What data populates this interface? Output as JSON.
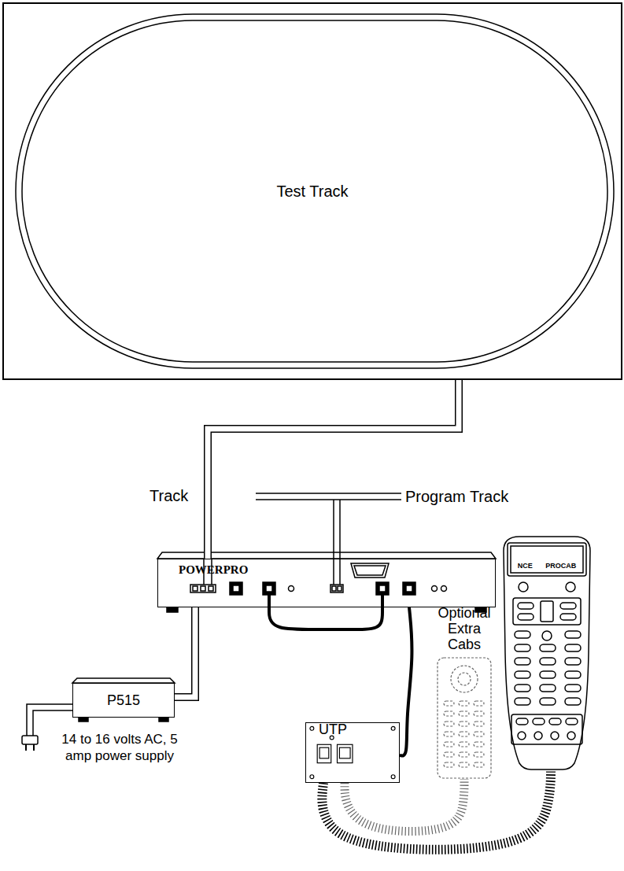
{
  "diagram": {
    "nodes": [
      {
        "text": [
          "Test Track"
        ]
      },
      {
        "text": [
          "POWERPRO"
        ]
      },
      {
        "text": [
          "P515"
        ]
      },
      {
        "text": [
          "UTP"
        ]
      },
      {
        "text": [
          "Optional Extra Cabs"
        ]
      },
      {
        "text": [
          "NCE PROCAB"
        ]
      }
    ],
    "edges": [
      {
        "from": 0,
        "to": 1,
        "arrow": "none"
      },
      {
        "from": 2,
        "to": 1,
        "arrow": "none"
      },
      {
        "from": 1,
        "to": 3,
        "arrow": "none"
      },
      {
        "from": 3,
        "to": 4,
        "arrow": "none"
      },
      {
        "from": 3,
        "to": 5,
        "arrow": "none"
      }
    ],
    "labels": [
      "Track",
      "Program Track",
      "14 to 16 volts AC, 5 amp power supply"
    ]
  }
}
